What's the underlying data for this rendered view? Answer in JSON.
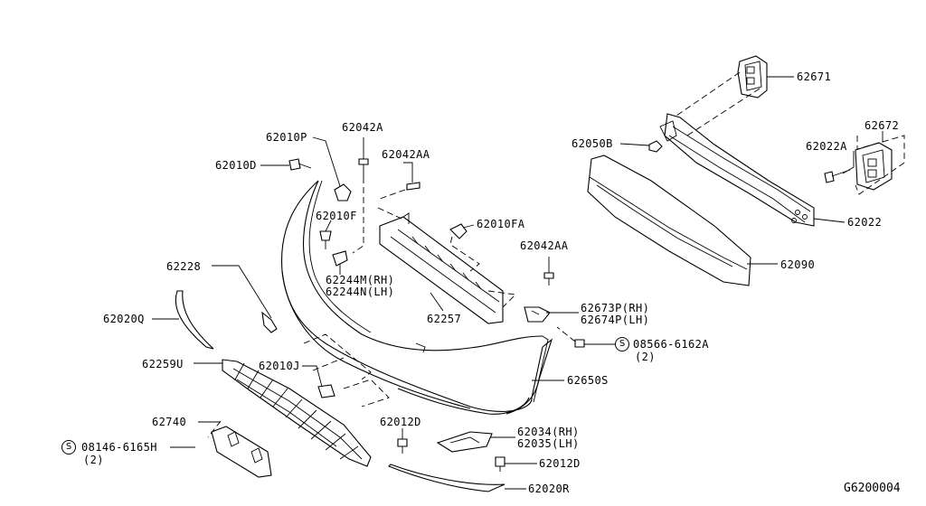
{
  "labels": {
    "p62671": "62671",
    "p62672": "62672",
    "p62022A": "62022A",
    "p62022": "62022",
    "p62050B": "62050B",
    "p62090": "62090",
    "p62042A": "62042A",
    "p62010P": "62010P",
    "p62010D": "62010D",
    "p62042AA_top": "62042AA",
    "p62010F": "62010F",
    "p62010FA": "62010FA",
    "p62042AA_mid": "62042AA",
    "p62244M": "62244M(RH)",
    "p62244N": "62244N(LH)",
    "p62257": "62257",
    "p62673P": "62673P(RH)",
    "p62674P": "62674P(LH)",
    "p08566": "08566-6162A",
    "p08566_qty": "(2)",
    "p62228": "62228",
    "p62020Q": "62020Q",
    "p62259U": "62259U",
    "p62010J": "62010J",
    "p62650S": "62650S",
    "p62012D_a": "62012D",
    "p62034": "62034(RH)",
    "p62035": "62035(LH)",
    "p62012D_b": "62012D",
    "p62740": "62740",
    "p08146": "08146-6165H",
    "p08146_qty": "(2)",
    "p62020R": "62020R"
  },
  "badges": {
    "s1": "S",
    "s2": "S"
  },
  "diagram_id": "G6200004"
}
